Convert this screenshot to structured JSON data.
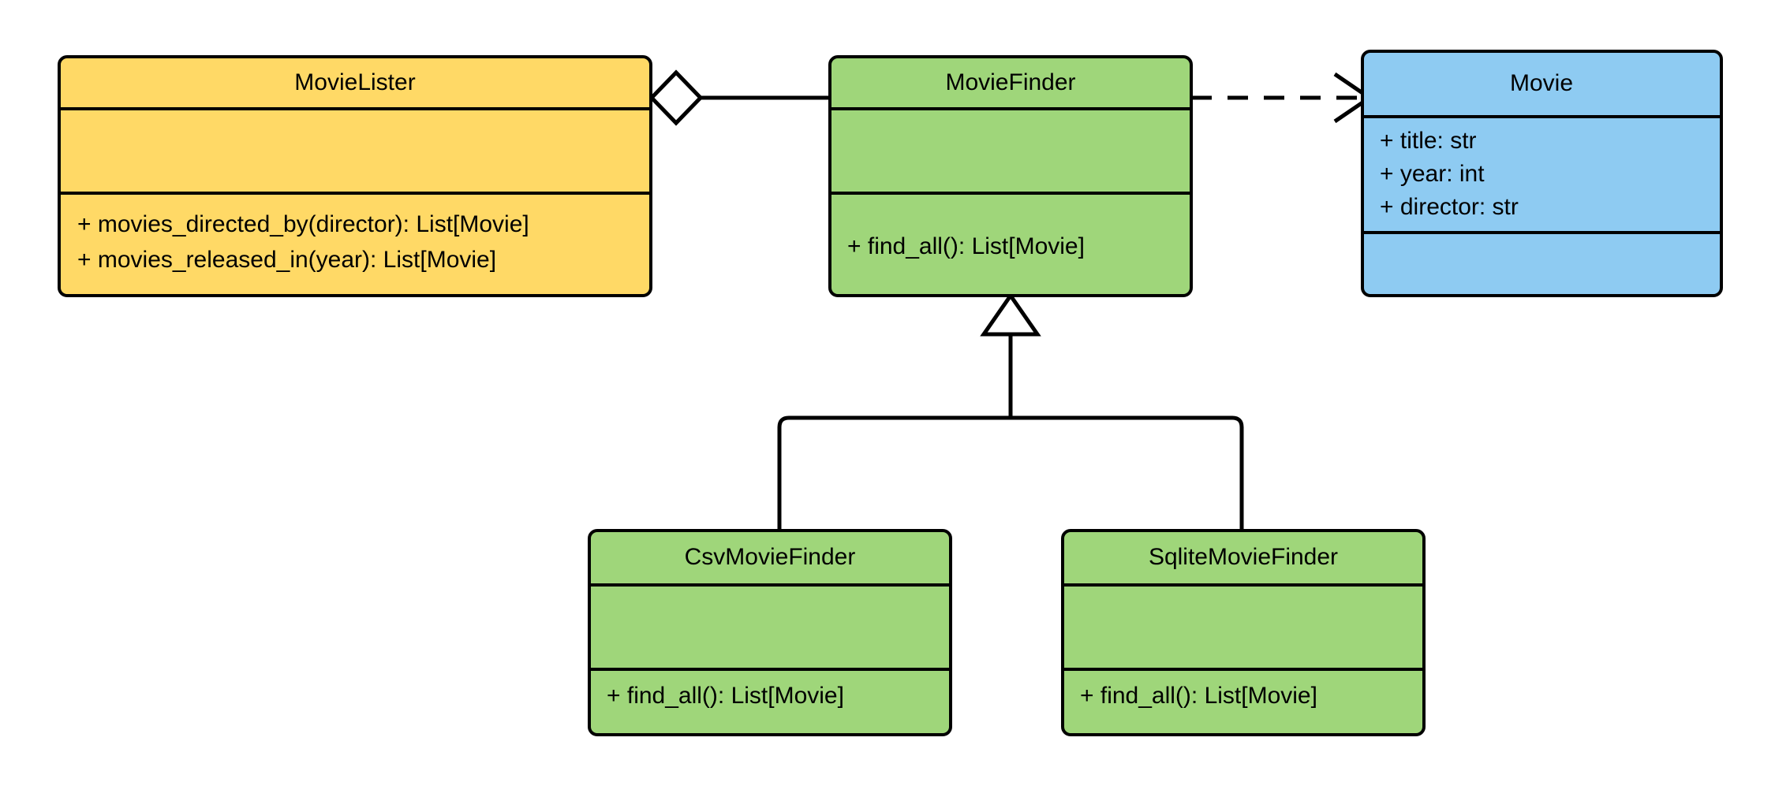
{
  "diagram": {
    "kind": "uml-class-diagram",
    "background_color": "#ffffff",
    "line_color": "#000000"
  },
  "palette": {
    "yellow": "#FFD966",
    "green": "#9FD67A",
    "blue": "#8ECBF2",
    "stroke": "#000000",
    "white": "#ffffff"
  },
  "classes": {
    "movie_lister": {
      "name": "MovieLister",
      "fill": "#FFD966",
      "attributes": [],
      "methods": [
        "+ movies_directed_by(director): List[Movie]",
        "+ movies_released_in(year): List[Movie]"
      ]
    },
    "movie_finder": {
      "name": "MovieFinder",
      "fill": "#9FD67A",
      "attributes": [],
      "methods": [
        "+ find_all(): List[Movie]"
      ]
    },
    "movie": {
      "name": "Movie",
      "fill": "#8ECBF2",
      "attributes": [
        "+ title: str",
        "+ year: int",
        "+ director: str"
      ],
      "methods": []
    },
    "csv_movie_finder": {
      "name": "CsvMovieFinder",
      "fill": "#9FD67A",
      "attributes": [],
      "methods": [
        "+ find_all(): List[Movie]"
      ]
    },
    "sqlite_movie_finder": {
      "name": "SqliteMovieFinder",
      "fill": "#9FD67A",
      "attributes": [],
      "methods": [
        "+ find_all(): List[Movie]"
      ]
    }
  },
  "relationships": [
    {
      "id": "lister-finder",
      "type": "aggregation",
      "source": "MovieLister",
      "target": "MovieFinder",
      "marker": "hollow-diamond",
      "line_style": "solid"
    },
    {
      "id": "finder-movie",
      "type": "dependency",
      "source": "MovieFinder",
      "target": "Movie",
      "marker": "open-arrow",
      "line_style": "dashed"
    },
    {
      "id": "csv-finder",
      "type": "generalization",
      "source": "CsvMovieFinder",
      "target": "MovieFinder",
      "marker": "hollow-triangle",
      "line_style": "solid"
    },
    {
      "id": "sqlite-finder",
      "type": "generalization",
      "source": "SqliteMovieFinder",
      "target": "MovieFinder",
      "marker": "hollow-triangle",
      "line_style": "solid"
    }
  ]
}
